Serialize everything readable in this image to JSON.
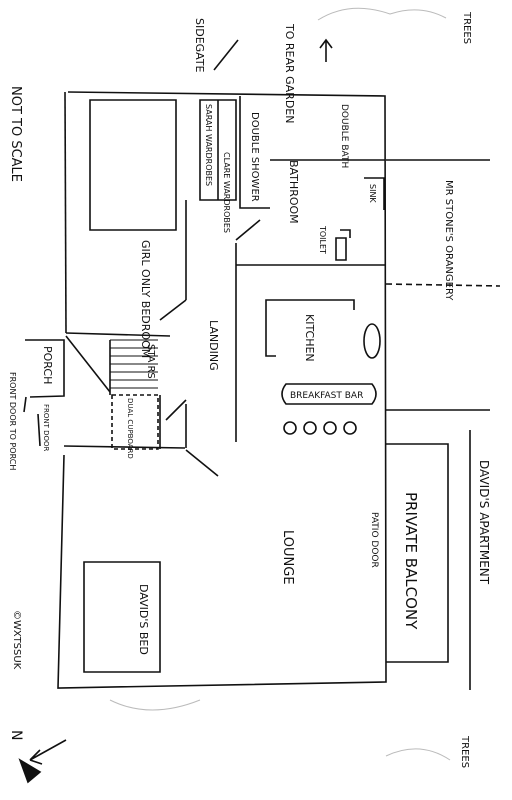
{
  "labels": {
    "trees_top": "TREES",
    "trees_bottom": "TREES",
    "to_rear_garden": "TO REAR GARDEN",
    "side_gate": "SIDEGATE",
    "not_to_scale": "NOT TO SCALE",
    "double_bath": "DOUBLE BATH",
    "double_shower": "DOUBLE SHOWER",
    "sarah_wardrobes": "SARAH WARDROBES",
    "clare_wardrobes": "CLARE WARDROBES",
    "bathroom": "BATHROOM",
    "sink": "SINK",
    "toilet": "TOILET",
    "mr_stones_orangery": "MR STONE'S ORANGERY",
    "girl_only_bedroom": "GIRL ONLY BEDROOM",
    "landing": "LANDING",
    "kitchen": "KITCHEN",
    "porch": "PORCH",
    "stairs": "STAIRS",
    "front_door": "FRONT DOOR",
    "dual_cupboard": "DUAL CUPBOARD",
    "breakfast_bar": "BREAKFAST BAR",
    "front_door_to_porch": "FRONT DOOR TO PORCH",
    "davids_apartment": "DAVID'S APARTMENT",
    "private_balcony": "PRIVATE BALCONY",
    "patio_door": "PATIO DOOR",
    "lounge": "LOUNGE",
    "davids_bed": "DAVID'S BED",
    "copyright": "©WXTSSUK",
    "north": "N"
  },
  "colors": {
    "ink": "#111111",
    "paper": "#ffffff"
  }
}
